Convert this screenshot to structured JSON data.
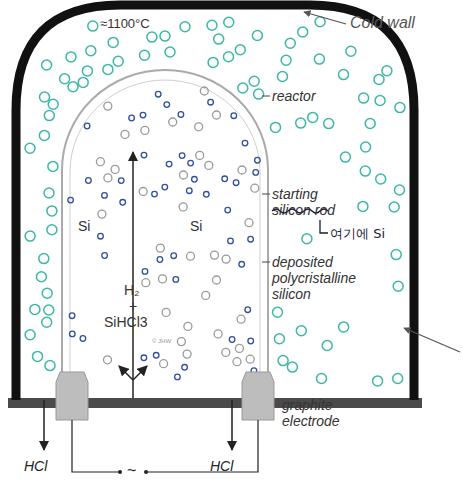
{
  "diagram": {
    "labels": [
      "Cold wall",
      "≈1100°C",
      "reactor",
      "starting silicon rod",
      "여기에 Si",
      "deposited polycristalline silicon",
      "Si",
      "Si",
      "H₂",
      "+",
      "SiHCl3",
      "graphite electrode",
      "HCl",
      "HCl",
      "~",
      "© JHW"
    ]
  }
}
